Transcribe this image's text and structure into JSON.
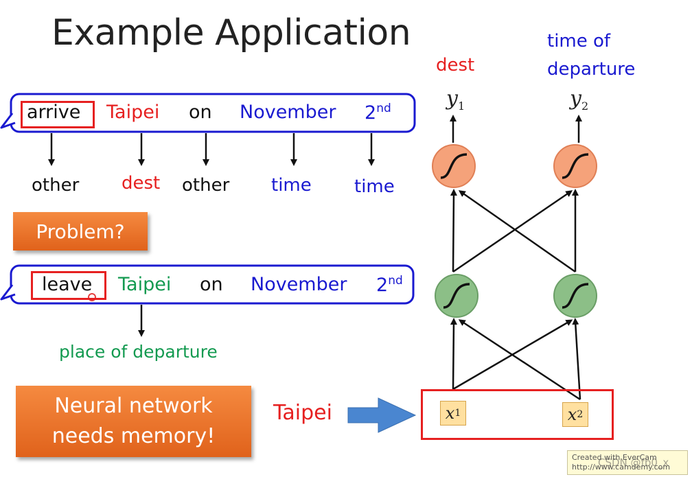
{
  "title": "Example Application",
  "sentence1": {
    "words": [
      "arrive",
      "Taipei",
      "on",
      "November",
      "2"
    ],
    "suffix": "nd",
    "tags": [
      "other",
      "dest",
      "other",
      "time",
      "time"
    ]
  },
  "problem_label": "Problem?",
  "sentence2": {
    "words": [
      "leave",
      "Taipei",
      "on",
      "November",
      "2"
    ],
    "suffix": "nd",
    "tag": "place of departure"
  },
  "memory_label": "Neural network needs memory!",
  "network": {
    "input_word": "Taipei",
    "inputs": [
      "x",
      "x"
    ],
    "input_subs": [
      "1",
      "2"
    ],
    "outputs": [
      "y",
      "y"
    ],
    "output_subs": [
      "1",
      "2"
    ],
    "output_labels": [
      "dest",
      "time of departure"
    ]
  },
  "watermark": {
    "line1": "Created with EverCam",
    "line2": "http://www.camdemy.com",
    "overlay": "CSDN @fb0_x"
  },
  "colors": {
    "red": "#e62020",
    "blue": "#1a1ad0",
    "green": "#139a50",
    "orange": "#ee7a2e",
    "output_neuron": "#f5a27a",
    "hidden_neuron": "#8cbf87"
  }
}
